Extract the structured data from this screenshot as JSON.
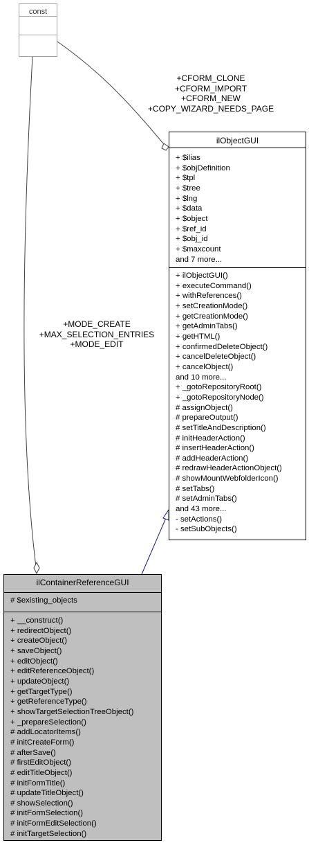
{
  "const_class": {
    "name": "const"
  },
  "il_object_gui": {
    "name": "ilObjectGUI",
    "attributes": [
      "+ $ilias",
      "+ $objDefinition",
      "+ $tpl",
      "+ $tree",
      "+ $lng",
      "+ $data",
      "+ $object",
      "+ $ref_id",
      "+ $obj_id",
      "+ $maxcount",
      "and 7 more..."
    ],
    "operations": [
      "+ ilObjectGUI()",
      "+ executeCommand()",
      "+ withReferences()",
      "+ setCreationMode()",
      "+ getCreationMode()",
      "+ getAdminTabs()",
      "+ getHTML()",
      "+ confirmedDeleteObject()",
      "+ cancelDeleteObject()",
      "+ cancelObject()",
      "and 10 more...",
      "+ _gotoRepositoryRoot()",
      "+ _gotoRepositoryNode()",
      "# assignObject()",
      "# prepareOutput()",
      "# setTitleAndDescription()",
      "# initHeaderAction()",
      "# insertHeaderAction()",
      "# addHeaderAction()",
      "# redrawHeaderActionObject()",
      "# showMountWebfolderIcon()",
      "# setTabs()",
      "# setAdminTabs()",
      "and 43 more...",
      "- setActions()",
      "- setSubObjects()"
    ]
  },
  "il_container_reference_gui": {
    "name": "ilContainerReferenceGUI",
    "attributes": [
      "# $existing_objects"
    ],
    "operations": [
      "+ __construct()",
      "+ redirectObject()",
      "+ createObject()",
      "+ saveObject()",
      "+ editObject()",
      "+ editReferenceObject()",
      "+ updateObject()",
      "+ getTargetType()",
      "+ getReferenceType()",
      "+ showTargetSelectionTreeObject()",
      "+ _prepareSelection()",
      "# addLocatorItems()",
      "# initCreateForm()",
      "# afterSave()",
      "# firstEditObject()",
      "# editTitleObject()",
      "# initFormTitle()",
      "# updateTitleObject()",
      "# showSelection()",
      "# initFormSelection()",
      "# initFormEditSelection()",
      "# initTargetSelection()"
    ]
  },
  "edges": {
    "const_to_objgui_labels": [
      "+CFORM_CLONE",
      "+CFORM_IMPORT",
      "+CFORM_NEW",
      "+COPY_WIZARD_NEEDS_PAGE"
    ],
    "const_to_contgui_labels": [
      "+MODE_CREATE",
      "+MAX_SELECTION_ENTRIES",
      "+MODE_EDIT"
    ]
  },
  "colors": {
    "inheritance_edge": "#191970",
    "usage_edge": "#404040",
    "derived_class_fill": "#bfbfbf"
  }
}
